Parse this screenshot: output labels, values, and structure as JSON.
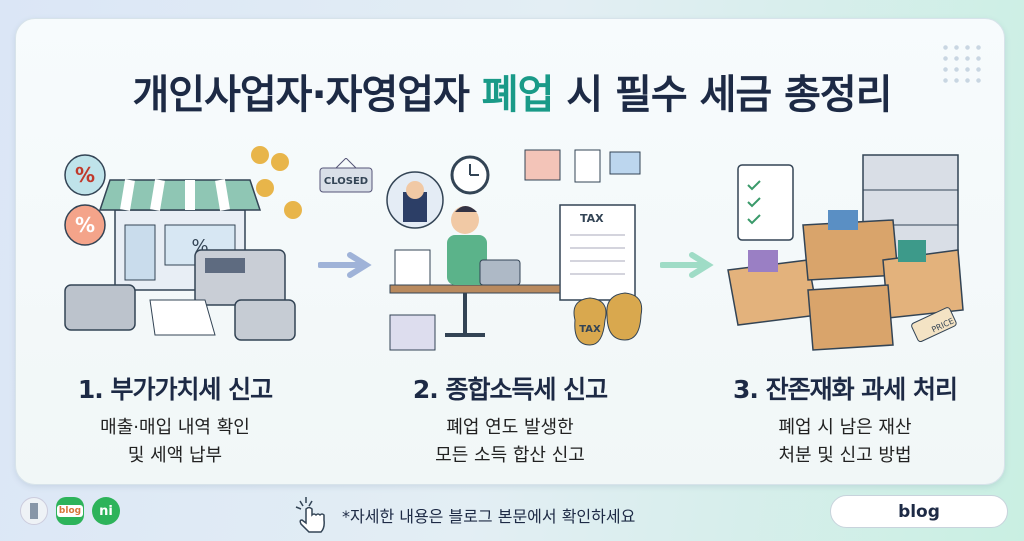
{
  "title": {
    "pre": "개인사업자·자영업자 ",
    "highlight": "폐업",
    "post": " 시 필수 세금 총정리"
  },
  "colors": {
    "title": "#1d2a45",
    "highlight": "#1a9a88",
    "arrow": "#9fb3d8"
  },
  "illustrations": {
    "closed_sign": "CLOSED",
    "tax_doc": "TAX",
    "tax_bag": "TAX",
    "price_tag": "PRICE"
  },
  "steps": [
    {
      "title": "1. 부가가치세 신고",
      "line1": "매출·매입 내역 확인",
      "line2": "및 세액 납부"
    },
    {
      "title": "2. 종합소득세 신고",
      "line1": "폐업 연도 발생한",
      "line2": "모든 소득 합산 신고"
    },
    {
      "title": "3. 잔존재화 과세 처리",
      "line1": "폐업 시 남은 재산",
      "line2": "처분 및 신고 방법"
    }
  ],
  "footer": {
    "icons": [
      "bookmark-icon",
      "blog-icon",
      "naver-icon"
    ],
    "blog_icon_text": "blog",
    "naver_icon_text": "ni",
    "hint": "*자세한 내용은 블로그 본문에서 확인하세요",
    "blog_button": "blog"
  }
}
